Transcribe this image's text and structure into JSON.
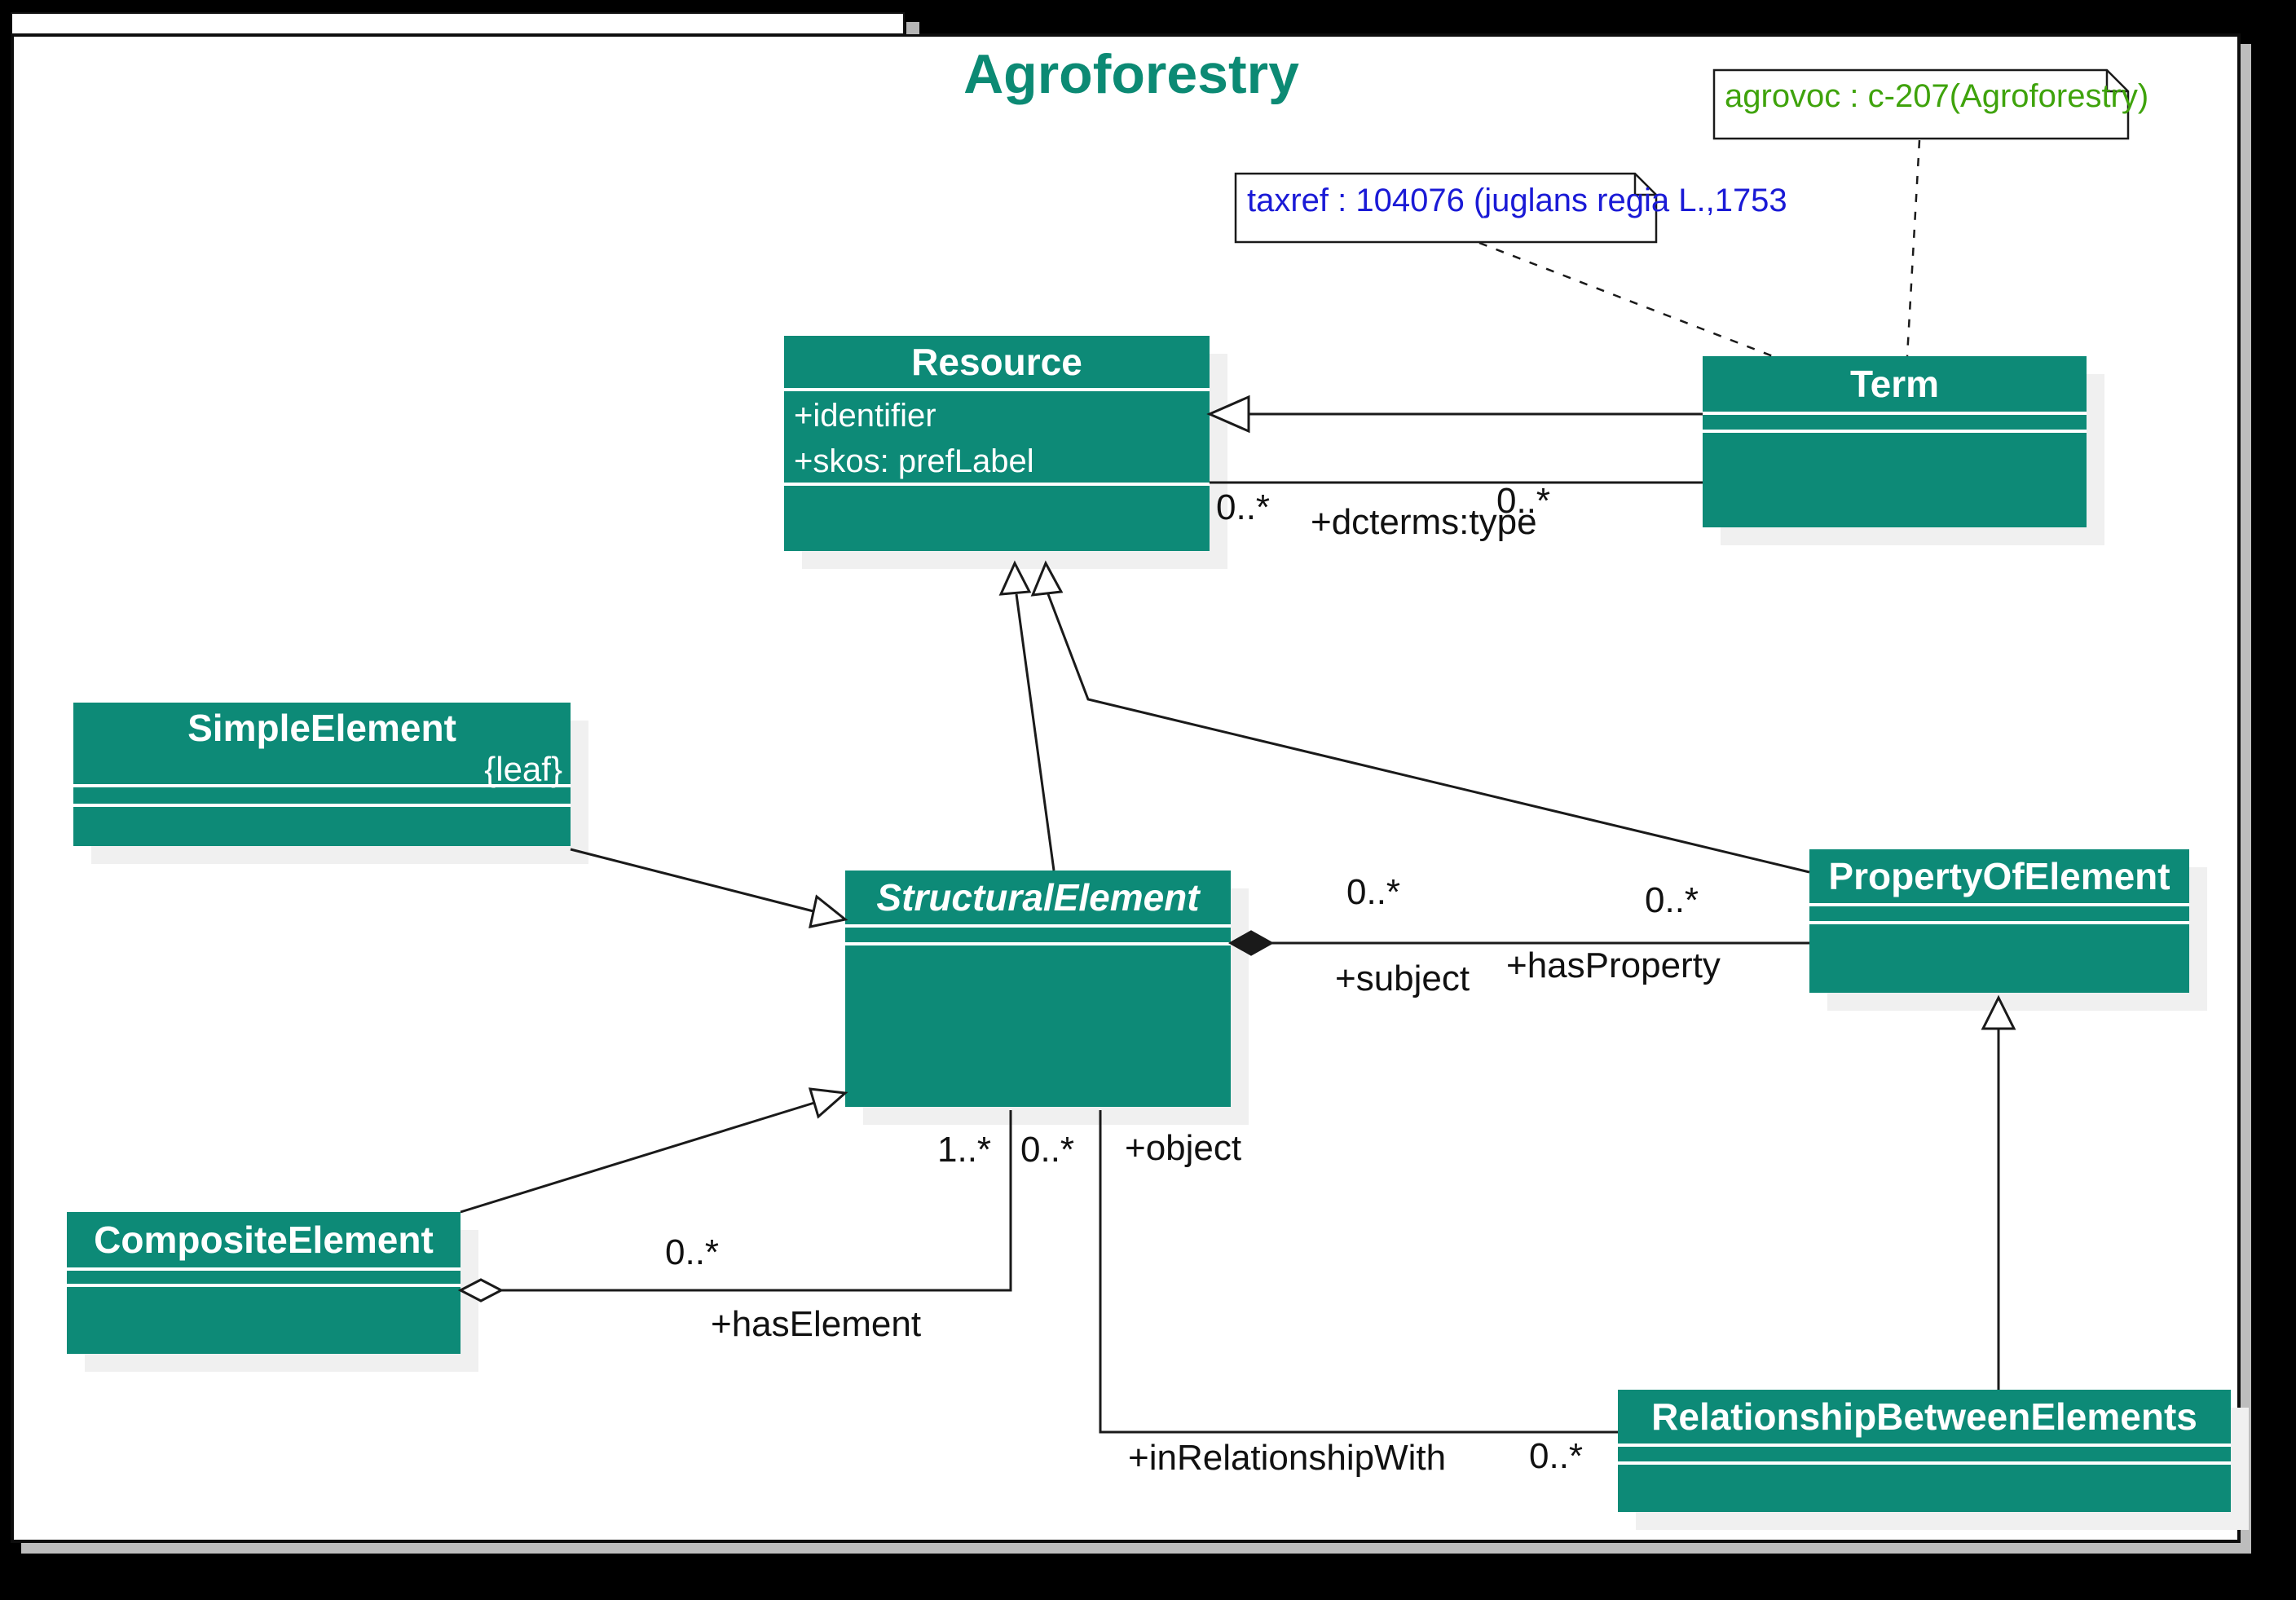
{
  "title": "Agroforestry",
  "notes": {
    "agrovoc": {
      "text": "agrovoc : c-207(Agroforestry)",
      "color": "#3fa30c"
    },
    "taxref": {
      "text": "taxref : 104076 (juglans regia L.,1753",
      "color": "#1a1ad6"
    }
  },
  "classes": {
    "resource": {
      "name": "Resource",
      "attributes": [
        "+identifier",
        "+skos: prefLabel"
      ]
    },
    "term": {
      "name": "Term"
    },
    "simple_element": {
      "name": "SimpleElement",
      "constraint": "{leaf}"
    },
    "structural_element": {
      "name": "StructuralElement"
    },
    "property_of_element": {
      "name": "PropertyOfElement"
    },
    "composite_element": {
      "name": "CompositeElement"
    },
    "relationship_between_elements": {
      "name": "RelationshipBetweenElements"
    }
  },
  "associations": {
    "dcterms_type": {
      "name": "+dcterms:type",
      "resource_mult": "0..*",
      "term_mult": "0..*"
    },
    "has_property": {
      "name": "+hasProperty",
      "subject_role": "+subject",
      "subject_mult": "0..*",
      "property_mult": "0..*"
    },
    "has_element": {
      "name": "+hasElement",
      "composite_mult": "0..*",
      "element_mult": "1..*"
    },
    "in_relationship_with": {
      "name": "+inRelationshipWith",
      "object_role": "+object",
      "object_mult": "0..*",
      "relationship_mult": "0..*"
    }
  },
  "colors": {
    "class_fill": "#0d8a77",
    "title": "#0c8a74",
    "note_agrovoc_text": "#3fa30c",
    "note_taxref_text": "#1a1ad6",
    "page_background": "#ffffff",
    "canvas_background": "#000000"
  }
}
